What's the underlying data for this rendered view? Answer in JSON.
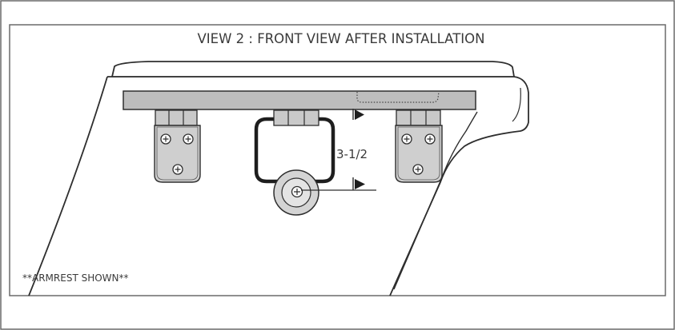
{
  "diagram": {
    "title": "VIEW 2 : FRONT VIEW AFTER INSTALLATION",
    "dimension_label": "3-1/2",
    "note": "**ARMREST SHOWN**"
  }
}
